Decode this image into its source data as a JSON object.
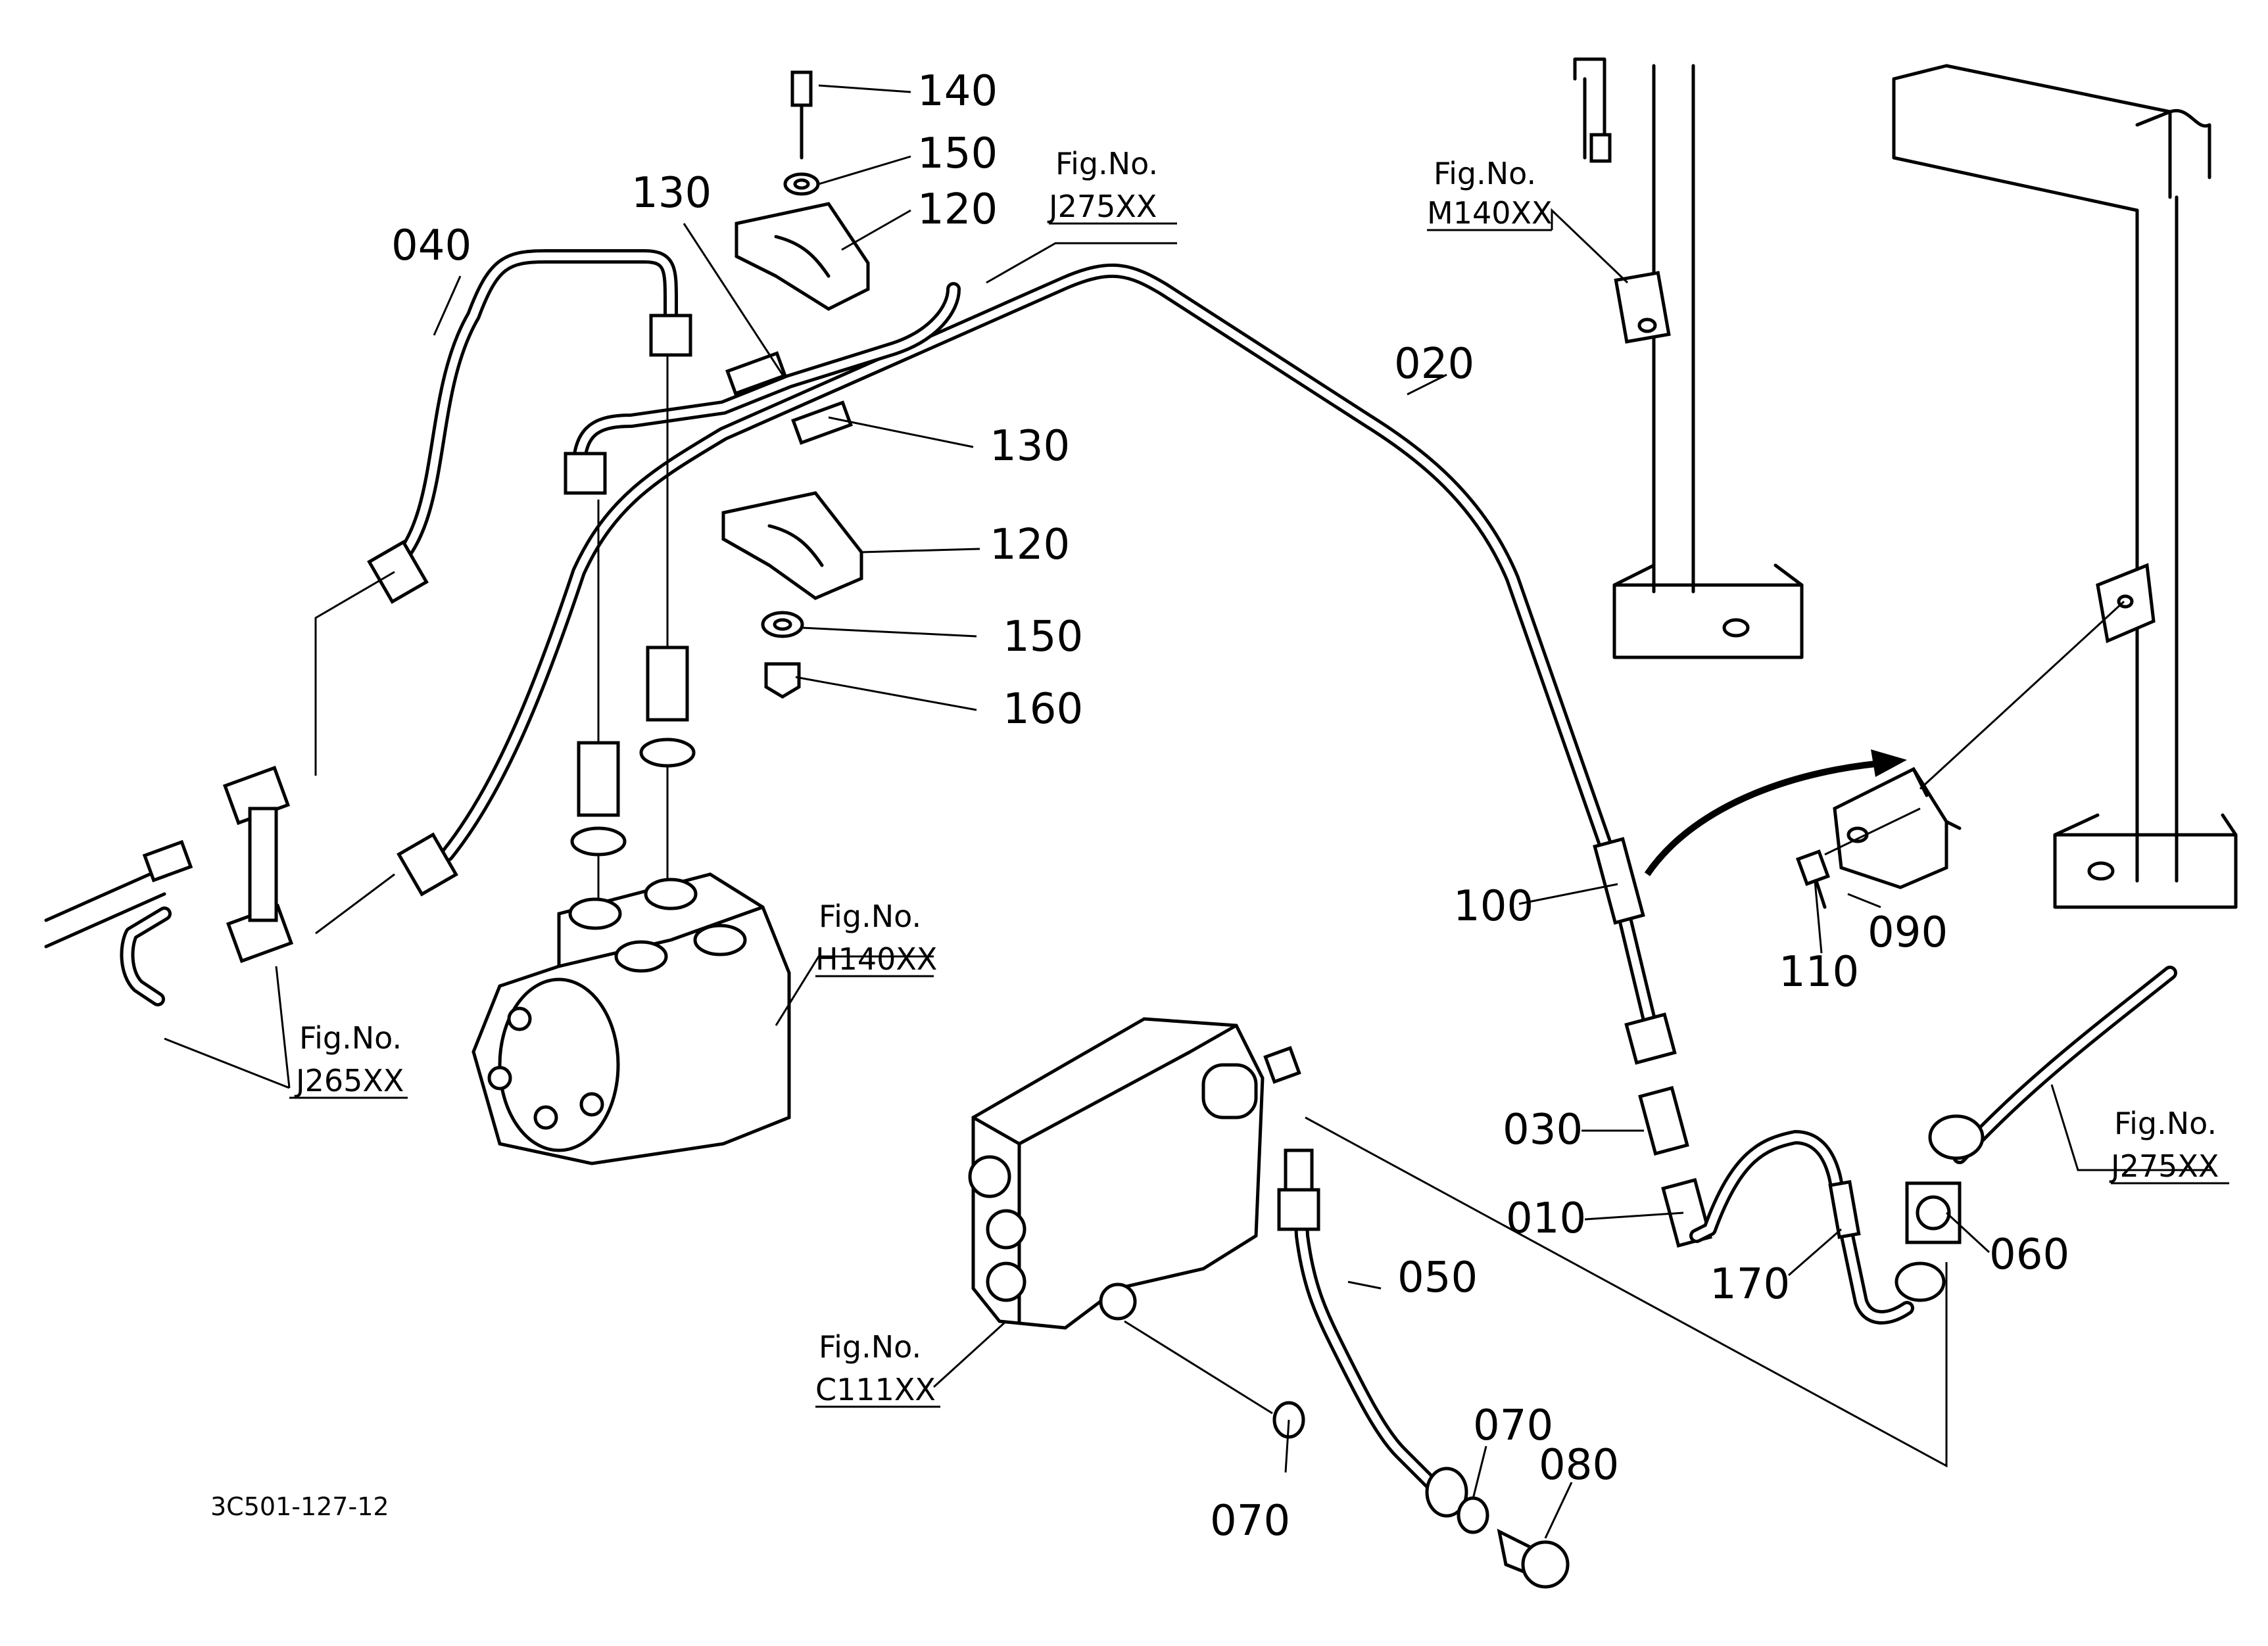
{
  "callouts": {
    "c140": "140",
    "c150a": "150",
    "c120a": "120",
    "c130a": "130",
    "c040": "040",
    "c020": "020",
    "c130b": "130",
    "c120b": "120",
    "c150b": "150",
    "c160": "160",
    "c100": "100",
    "c090": "090",
    "c110": "110",
    "c030": "030",
    "c010": "010",
    "c170": "170",
    "c060": "060",
    "c050": "050",
    "c070a": "070",
    "c070b": "070",
    "c080": "080"
  },
  "figure_refs": {
    "j275_top": {
      "label": "Fig.No.",
      "code": "J275XX"
    },
    "m140": {
      "label": "Fig.No.",
      "code": "M140XX"
    },
    "h140": {
      "label": "Fig.No.",
      "code": "H140XX"
    },
    "j265": {
      "label": "Fig.No.",
      "code": "J265XX"
    },
    "c111": {
      "label": "Fig.No.",
      "code": "C111XX"
    },
    "j275_right": {
      "label": "Fig.No.",
      "code": "J275XX"
    }
  },
  "document_number": "3C501-127-12"
}
